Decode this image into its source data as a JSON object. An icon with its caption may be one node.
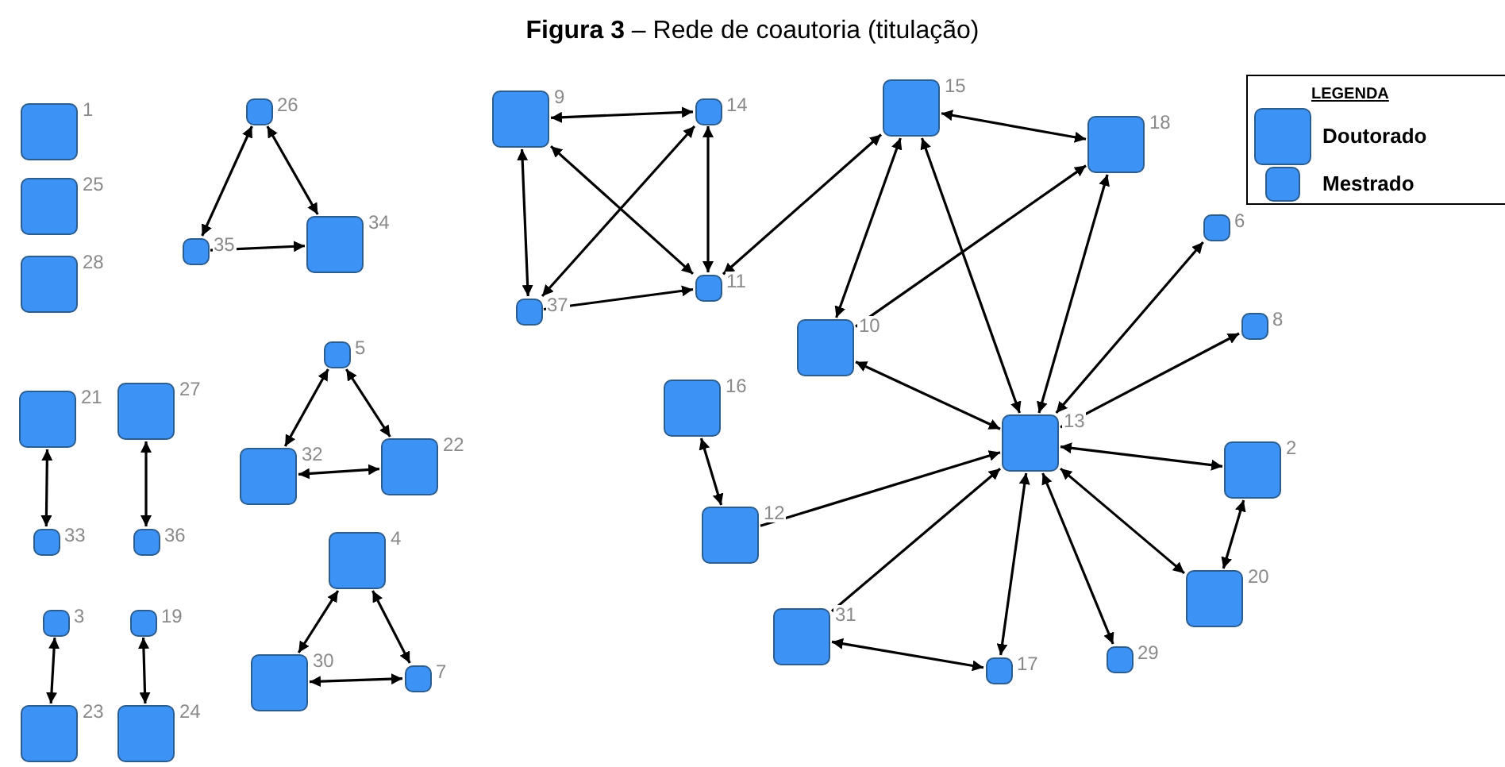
{
  "diagram": {
    "title": "**Figura 3** – Rede de coautoria (titulação)",
    "nodes": [
      {
        "text": [
          "1"
        ]
      },
      {
        "text": [
          "2"
        ]
      },
      {
        "text": [
          "3"
        ]
      },
      {
        "text": [
          "4"
        ]
      },
      {
        "text": [
          "5"
        ]
      },
      {
        "text": [
          "6"
        ]
      },
      {
        "text": [
          "7"
        ]
      },
      {
        "text": [
          "8"
        ]
      },
      {
        "text": [
          "9"
        ]
      },
      {
        "text": [
          "10"
        ]
      },
      {
        "text": [
          "11"
        ]
      },
      {
        "text": [
          "12"
        ]
      },
      {
        "text": [
          "13"
        ]
      },
      {
        "text": [
          "14"
        ]
      },
      {
        "text": [
          "15"
        ]
      },
      {
        "text": [
          "16"
        ]
      },
      {
        "text": [
          "17"
        ]
      },
      {
        "text": [
          "18"
        ]
      },
      {
        "text": [
          "19"
        ]
      },
      {
        "text": [
          "20"
        ]
      },
      {
        "text": [
          "21"
        ]
      },
      {
        "text": [
          "22"
        ]
      },
      {
        "text": [
          "23"
        ]
      },
      {
        "text": [
          "24"
        ]
      },
      {
        "text": [
          "25"
        ]
      },
      {
        "text": [
          "26"
        ]
      },
      {
        "text": [
          "27"
        ]
      },
      {
        "text": [
          "28"
        ]
      },
      {
        "text": [
          "29"
        ]
      },
      {
        "text": [
          "30"
        ]
      },
      {
        "text": [
          "31"
        ]
      },
      {
        "text": [
          "32"
        ]
      },
      {
        "text": [
          "33"
        ]
      },
      {
        "text": [
          "34"
        ]
      },
      {
        "text": [
          "35"
        ]
      },
      {
        "text": [
          "36"
        ]
      },
      {
        "text": [
          "37"
        ]
      }
    ],
    "edges": [
      {
        "from": 25,
        "to": 34,
        "arrow": "both"
      },
      {
        "from": 25,
        "to": 33,
        "arrow": "both"
      },
      {
        "from": 34,
        "to": 33,
        "arrow": "to"
      },
      {
        "from": 8,
        "to": 13,
        "arrow": "both"
      },
      {
        "from": 8,
        "to": 36,
        "arrow": "both"
      },
      {
        "from": 8,
        "to": 10,
        "arrow": "both"
      },
      {
        "from": 13,
        "to": 36,
        "arrow": "both"
      },
      {
        "from": 13,
        "to": 10,
        "arrow": "both"
      },
      {
        "from": 36,
        "to": 10,
        "arrow": "to"
      },
      {
        "from": 10,
        "to": 14,
        "arrow": "both"
      },
      {
        "from": 14,
        "to": 9,
        "arrow": "both"
      },
      {
        "from": 14,
        "to": 12,
        "arrow": "both"
      },
      {
        "from": 14,
        "to": 17,
        "arrow": "both"
      },
      {
        "from": 9,
        "to": 17,
        "arrow": "to"
      },
      {
        "from": 17,
        "to": 12,
        "arrow": "both"
      },
      {
        "from": 5,
        "to": 12,
        "arrow": "both"
      },
      {
        "from": 7,
        "to": 12,
        "arrow": "both"
      },
      {
        "from": 9,
        "to": 12,
        "arrow": "both"
      },
      {
        "from": 11,
        "to": 12,
        "arrow": "to"
      },
      {
        "from": 15,
        "to": 11,
        "arrow": "both"
      },
      {
        "from": 12,
        "to": 1,
        "arrow": "both"
      },
      {
        "from": 1,
        "to": 19,
        "arrow": "both"
      },
      {
        "from": 12,
        "to": 19,
        "arrow": "both"
      },
      {
        "from": 30,
        "to": 12,
        "arrow": "to"
      },
      {
        "from": 12,
        "to": 16,
        "arrow": "both"
      },
      {
        "from": 12,
        "to": 28,
        "arrow": "both"
      },
      {
        "from": 30,
        "to": 16,
        "arrow": "both"
      },
      {
        "from": 20,
        "to": 32,
        "arrow": "both"
      },
      {
        "from": 26,
        "to": 35,
        "arrow": "both"
      },
      {
        "from": 4,
        "to": 31,
        "arrow": "both"
      },
      {
        "from": 4,
        "to": 21,
        "arrow": "both"
      },
      {
        "from": 31,
        "to": 21,
        "arrow": "both"
      },
      {
        "from": 3,
        "to": 29,
        "arrow": "both"
      },
      {
        "from": 3,
        "to": 6,
        "arrow": "both"
      },
      {
        "from": 29,
        "to": 6,
        "arrow": "both"
      },
      {
        "from": 2,
        "to": 22,
        "arrow": "both"
      },
      {
        "from": 18,
        "to": 23,
        "arrow": "both"
      }
    ],
    "labels": [
      "LEGENDA"
    ],
    "legend": [
      {
        "text": "Doutorado"
      },
      {
        "text": "Mestrado"
      }
    ]
  }
}
